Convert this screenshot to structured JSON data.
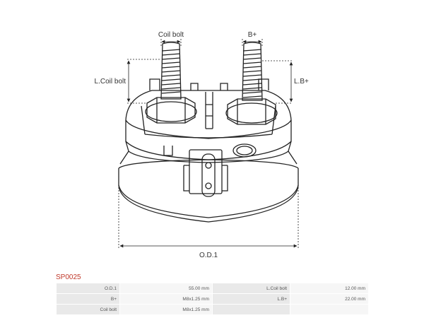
{
  "drawing": {
    "labels": {
      "coil_bolt": "Coil bolt",
      "b_plus": "B+",
      "l_coil_bolt": "L.Coil bolt",
      "l_b_plus": "L.B+",
      "od1": "O.D.1"
    }
  },
  "part_code": "SP0025",
  "specs": [
    {
      "label_left": "O.D.1",
      "value_left": "55.00 mm",
      "label_right": "L.Coil bolt",
      "value_right": "12.00 mm"
    },
    {
      "label_left": "B+",
      "value_left": "M8x1.25 mm",
      "label_right": "L.B+",
      "value_right": "22.00 mm"
    },
    {
      "label_left": "Coil bolt",
      "value_left": "M8x1.25 mm",
      "label_right": "",
      "value_right": ""
    }
  ]
}
